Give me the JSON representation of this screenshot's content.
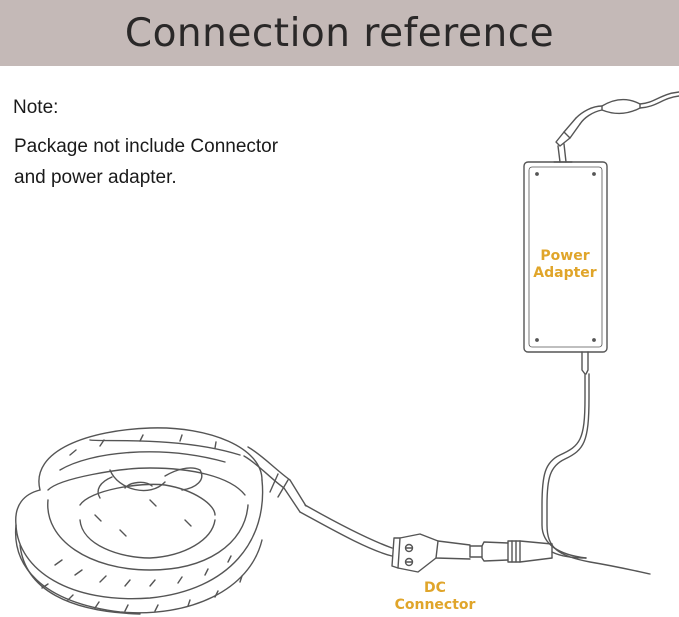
{
  "header": {
    "title": "Connection reference"
  },
  "note": {
    "heading": "Note:",
    "lines": [
      "Package not include Connector",
      "and power adapter."
    ]
  },
  "labels": {
    "power_adapter": [
      "Power",
      "Adapter"
    ],
    "dc_connector": [
      "DC",
      "Connector"
    ]
  },
  "colors": {
    "banner": "#c4b9b7",
    "label": "#e0a52a",
    "line": "#555555"
  }
}
